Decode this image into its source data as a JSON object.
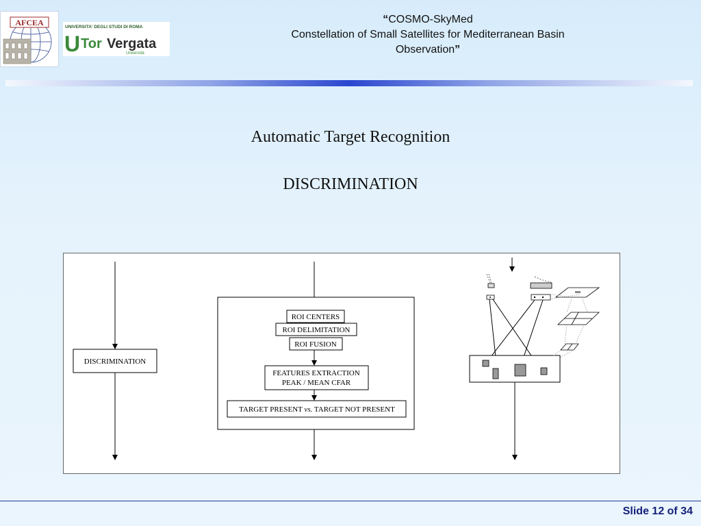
{
  "header": {
    "open_quote": "“",
    "title_line1": "COSMO-SkyMed",
    "title_line2": "Constellation of Small Satellites for Mediterranean Basin",
    "title_line3": "Observation",
    "close_quote": "”"
  },
  "logos": {
    "afcea_text": "AFCEA",
    "university_top": "UNIVERSITA' DEGLI STUDI DI ROMA",
    "university_name_u": "U",
    "university_name_tor": "Tor",
    "university_name_vergata": "Vergata",
    "university_sub": "Università"
  },
  "headings": {
    "title": "Automatic Target Recognition",
    "subtitle": "DISCRIMINATION"
  },
  "diagram": {
    "left_box": "DISCRIMINATION",
    "roi_centers": "ROI CENTERS",
    "roi_delimitation": "ROI DELIMITATION",
    "roi_fusion": "ROI FUSION",
    "features_line1": "FEATURES EXTRACTION",
    "features_line2": "PEAK / MEAN  CFAR",
    "target_present": "TARGET PRESENT ",
    "target_vs": "vs.",
    "target_not_present": " TARGET NOT PRESENT"
  },
  "footer": {
    "slide_number": "Slide 12 of 34"
  },
  "colors": {
    "title_bar_center": "#2a46cf",
    "slide_number": "#15207a",
    "tor_vergata_green": "#3b8a3a"
  }
}
